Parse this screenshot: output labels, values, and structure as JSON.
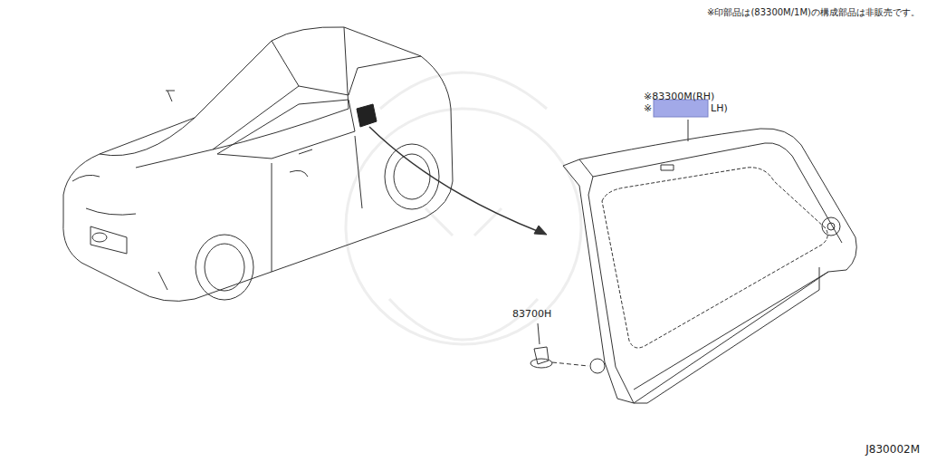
{
  "diagram": {
    "labels": [
      "※印部品は(83300M/1M)の構成部品は非販売です。",
      "※83300M(RH)",
      "※",
      "LH)",
      "83700H",
      "J830002M"
    ]
  }
}
